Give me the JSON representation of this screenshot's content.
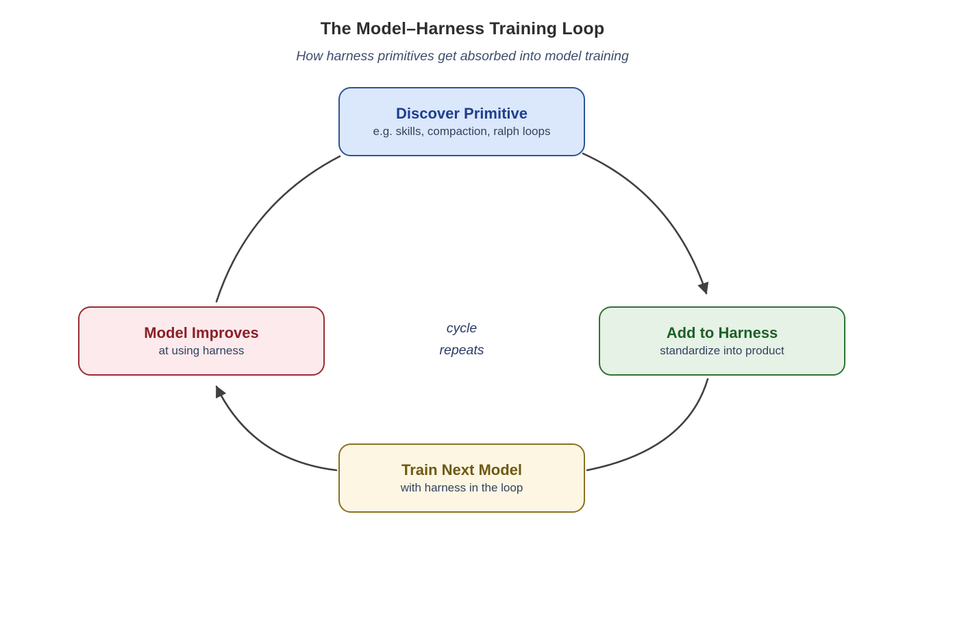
{
  "header": {
    "title": "The Model–Harness Training Loop",
    "subtitle": "How harness primitives get absorbed into model training"
  },
  "nodes": [
    {
      "id": "discover-primitive",
      "title": "Discover Primitive",
      "subtitle": "e.g. skills, compaction, ralph loops",
      "fill": "#dbe7fb",
      "border": "#2c5496",
      "title_color": "#1d3f8c",
      "position": "top"
    },
    {
      "id": "add-to-harness",
      "title": "Add to Harness",
      "subtitle": "standardize into product",
      "fill": "#e6f2e6",
      "border": "#2e7233",
      "title_color": "#1e6028",
      "position": "right"
    },
    {
      "id": "train-next-model",
      "title": "Train Next Model",
      "subtitle": "with harness in the loop",
      "fill": "#fdf6e3",
      "border": "#8a711f",
      "title_color": "#6e5a12",
      "position": "bottom"
    },
    {
      "id": "model-improves",
      "title": "Model Improves",
      "subtitle": "at using harness",
      "fill": "#fceaec",
      "border": "#9e2a32",
      "title_color": "#8c1f28",
      "position": "left"
    }
  ],
  "edges": [
    {
      "from": "discover-primitive",
      "to": "add-to-harness",
      "arrowhead": true
    },
    {
      "from": "add-to-harness",
      "to": "train-next-model",
      "arrowhead": false
    },
    {
      "from": "train-next-model",
      "to": "model-improves",
      "arrowhead": true
    },
    {
      "from": "model-improves",
      "to": "discover-primitive",
      "arrowhead": false
    }
  ],
  "center_label": {
    "line1": "cycle",
    "line2": "repeats"
  },
  "colors": {
    "page_background": "#ffffff",
    "arrow": "#404040",
    "header_title": "#2e2e2e",
    "header_subtitle": "#3e4e6e",
    "node_subtitle_text": "#33425f",
    "center_label_text": "#2b3a66"
  }
}
